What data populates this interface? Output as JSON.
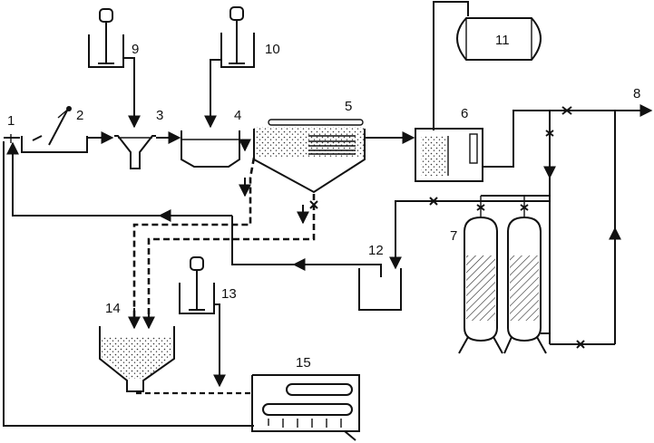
{
  "diagram": {
    "labels": {
      "n1": "1",
      "n2": "2",
      "n3": "3",
      "n4": "4",
      "n5": "5",
      "n6": "6",
      "n7": "7",
      "n8": "8",
      "n9": "9",
      "n10": "10",
      "n11": "11",
      "n12": "12",
      "n13": "13",
      "n14": "14",
      "n15": "15"
    }
  }
}
